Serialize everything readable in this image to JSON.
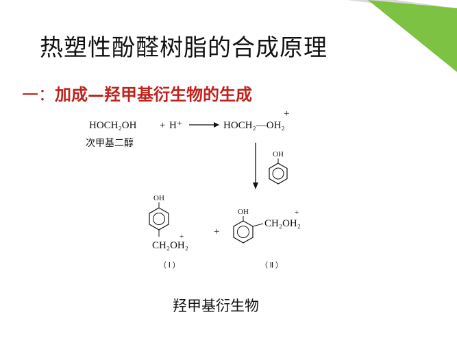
{
  "slide": {
    "title": "热塑性酚醛树脂的合成原理",
    "section_number": "一：",
    "section_heading": "加成—羟甲基衍生物的生成",
    "caption": "羟甲基衍生物",
    "accent_color": "#7dc242",
    "heading_color": "#c0221c"
  },
  "scheme": {
    "reactant_label": "HOCH₂OH",
    "plus_1": "+",
    "proton": "H⁺",
    "reactant_name": "次甲基二醇",
    "cation_label": "HOCH₂—OH₂",
    "cation_charge": "+",
    "phenol_oh": "OH",
    "product1_oh": "OH",
    "product1_sub": "CH₂OH₂",
    "product1_charge": "+",
    "product1_tag": "（ Ⅰ ）",
    "plus_2": "+",
    "product2_oh": "OH",
    "product2_sub": "CH₂OH₂",
    "product2_charge": "+",
    "product2_tag": "（ Ⅱ ）"
  }
}
